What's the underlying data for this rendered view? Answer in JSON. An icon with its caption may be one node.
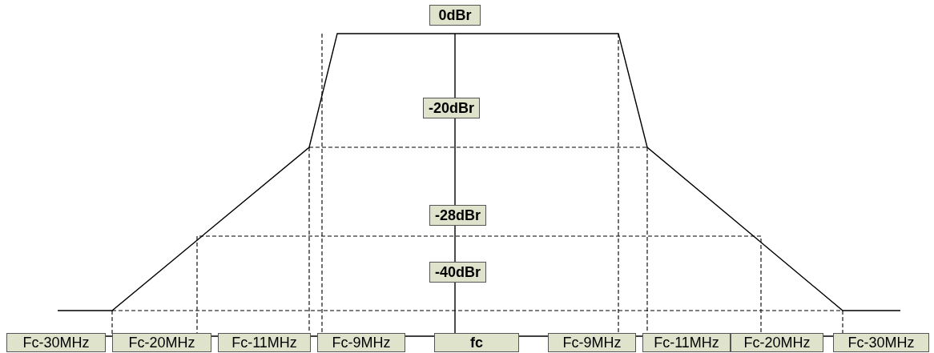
{
  "diagram": {
    "labels": [
      "0dBr",
      "-20dBr",
      "-28dBr",
      "-40dBr",
      "Fc-30MHz",
      "Fc-20MHz",
      "Fc-11MHz",
      "Fc-9MHz",
      "fc",
      "Fc-9MHz",
      "Fc-11MHz",
      "Fc-20MHz",
      "Fc-30MHz"
    ]
  }
}
